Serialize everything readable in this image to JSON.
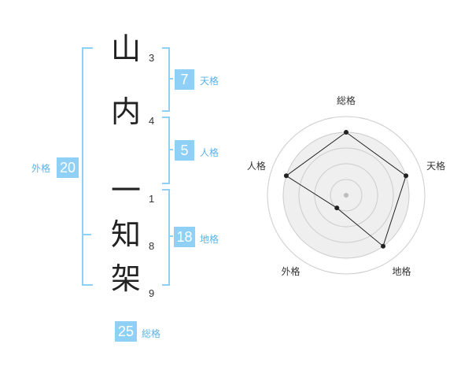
{
  "name": {
    "characters": [
      {
        "char": "山",
        "strokes": "3"
      },
      {
        "char": "内",
        "strokes": "4"
      },
      {
        "char": "一",
        "strokes": "1"
      },
      {
        "char": "知",
        "strokes": "8"
      },
      {
        "char": "架",
        "strokes": "9"
      }
    ]
  },
  "kakusu": {
    "tenkaku": {
      "value": "7",
      "label": "天格"
    },
    "jinkaku": {
      "value": "5",
      "label": "人格"
    },
    "chikaku": {
      "value": "18",
      "label": "地格"
    },
    "gaikaku": {
      "value": "20",
      "label": "外格"
    },
    "soukaku": {
      "value": "25",
      "label": "総格"
    }
  },
  "colors": {
    "accent": "#8fd0f7",
    "accent_text": "#5cb3e8",
    "radar_fill": "#efefef",
    "radar_stroke": "#222222",
    "ring": "#cccccc"
  },
  "chart_data": {
    "type": "radar",
    "axes": [
      "総格",
      "天格",
      "地格",
      "外格",
      "人格"
    ],
    "values": [
      4,
      4,
      4,
      1,
      4
    ],
    "max": 5,
    "rings": 5
  }
}
